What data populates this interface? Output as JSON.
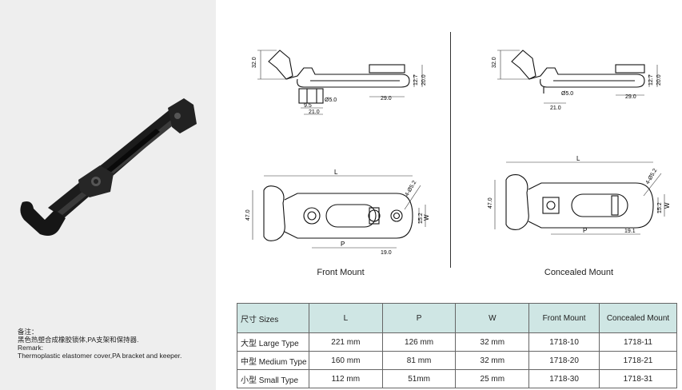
{
  "front_top_dims": {
    "height": "32.0",
    "d1": "12.7",
    "d2": "20.0",
    "hole": "Ø5.0",
    "w1": "9.5",
    "w2": "21.0",
    "w3": "29.0"
  },
  "concealed_top_dims": {
    "height": "32.0",
    "d1": "12.7",
    "d2": "20.0",
    "hole": "Ø5.0",
    "w2": "21.0",
    "w3": "29.0"
  },
  "front_plan_dims": {
    "length": "L",
    "height": "47.0",
    "pitch": "P",
    "off": "19.0",
    "w": "W",
    "w2": "15.2",
    "hole": "4-Ø5.2"
  },
  "concealed_plan_dims": {
    "length": "L",
    "height": "47.0",
    "pitch": "P",
    "off": "19.1",
    "w": "W",
    "w2": "15.2",
    "hole": "4-Ø5.2"
  },
  "captions": {
    "front": "Front Mount",
    "concealed": "Concealed Mount"
  },
  "remark": {
    "line1": "备注：",
    "line2": "黑色热塑合成橡胶锁体,PA支架和保持器.",
    "line3": "Remark:",
    "line4": "Thermoplastic elastomer cover,PA bracket and keeper."
  },
  "table": {
    "headers": [
      "尺寸 Sizes",
      "L",
      "P",
      "W",
      "Front Mount",
      "Concealed Mount"
    ],
    "rows": [
      [
        "大型 Large Type",
        "221 mm",
        "126 mm",
        "32 mm",
        "1718-10",
        "1718-11"
      ],
      [
        "中型 Medium Type",
        "160 mm",
        "81 mm",
        "32 mm",
        "1718-20",
        "1718-21"
      ],
      [
        "小型 Small Type",
        "112 mm",
        "51mm",
        "25 mm",
        "1718-30",
        "1718-31"
      ]
    ]
  },
  "colors": {
    "panel": "#eeeeee",
    "header": "#cfe6e4",
    "latch": "#1c1c1c"
  }
}
